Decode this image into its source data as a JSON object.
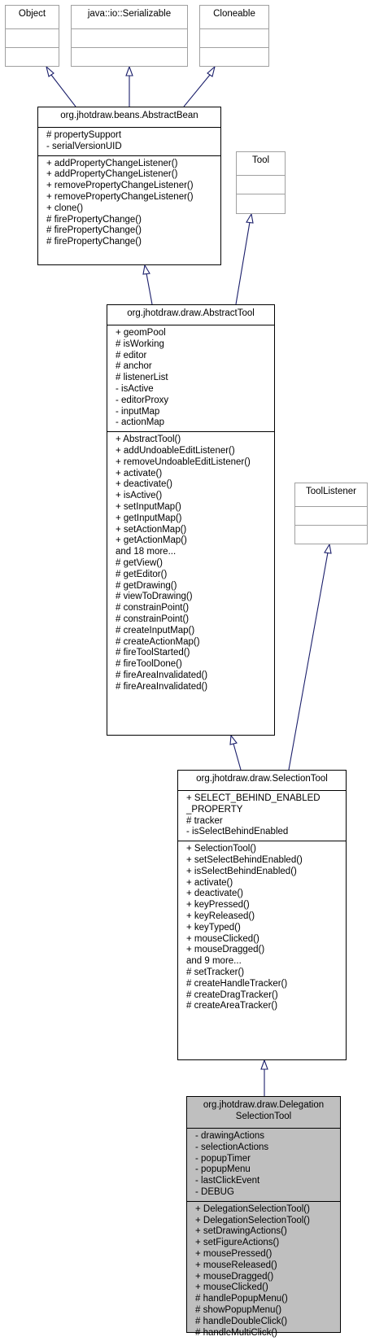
{
  "classes": {
    "object": {
      "title": "Object",
      "attributes": [],
      "operations": []
    },
    "serializable": {
      "title": "java::io::Serializable",
      "attributes": [],
      "operations": []
    },
    "cloneable": {
      "title": "Cloneable",
      "attributes": [],
      "operations": []
    },
    "abstract_bean": {
      "title": "org.jhotdraw.beans.AbstractBean",
      "attributes": [
        "# propertySupport",
        "- serialVersionUID"
      ],
      "operations": [
        "+ addPropertyChangeListener()",
        "+ addPropertyChangeListener()",
        "+ removePropertyChangeListener()",
        "+ removePropertyChangeListener()",
        "+ clone()",
        "# firePropertyChange()",
        "# firePropertyChange()",
        "# firePropertyChange()"
      ]
    },
    "tool": {
      "title": "Tool",
      "attributes": [],
      "operations": []
    },
    "abstract_tool": {
      "title": "org.jhotdraw.draw.AbstractTool",
      "attributes": [
        "+ geomPool",
        "# isWorking",
        "# editor",
        "# anchor",
        "# listenerList",
        "- isActive",
        "- editorProxy",
        "- inputMap",
        "- actionMap"
      ],
      "operations": [
        "+ AbstractTool()",
        "+ addUndoableEditListener()",
        "+ removeUndoableEditListener()",
        "+ activate()",
        "+ deactivate()",
        "+ isActive()",
        "+ setInputMap()",
        "+ getInputMap()",
        "+ setActionMap()",
        "+ getActionMap()",
        "and 18 more...",
        "# getView()",
        "# getEditor()",
        "# getDrawing()",
        "# viewToDrawing()",
        "# constrainPoint()",
        "# constrainPoint()",
        "# createInputMap()",
        "# createActionMap()",
        "# fireToolStarted()",
        "# fireToolDone()",
        "# fireAreaInvalidated()",
        "# fireAreaInvalidated()"
      ]
    },
    "tool_listener": {
      "title": "ToolListener",
      "attributes": [],
      "operations": []
    },
    "selection_tool": {
      "title": "org.jhotdraw.draw.SelectionTool",
      "attributes": [
        "+ SELECT_BEHIND_ENABLED",
        "_PROPERTY",
        "# tracker",
        "- isSelectBehindEnabled"
      ],
      "operations": [
        "+ SelectionTool()",
        "+ setSelectBehindEnabled()",
        "+ isSelectBehindEnabled()",
        "+ activate()",
        "+ deactivate()",
        "+ keyPressed()",
        "+ keyReleased()",
        "+ keyTyped()",
        "+ mouseClicked()",
        "+ mouseDragged()",
        "and 9 more...",
        "# setTracker()",
        "# createHandleTracker()",
        "# createDragTracker()",
        "# createAreaTracker()"
      ]
    },
    "delegation_selection_tool": {
      "title_lines": [
        "org.jhotdraw.draw.Delegation",
        "SelectionTool"
      ],
      "attributes": [
        "- drawingActions",
        "- selectionActions",
        "- popupTimer",
        "- popupMenu",
        "- lastClickEvent",
        "- DEBUG"
      ],
      "operations": [
        "+ DelegationSelectionTool()",
        "+ DelegationSelectionTool()",
        "+ setDrawingActions()",
        "+ setFigureActions()",
        "+ mousePressed()",
        "+ mouseReleased()",
        "+ mouseDragged()",
        "+ mouseClicked()",
        "# handlePopupMenu()",
        "# showPopupMenu()",
        "# handleDoubleClick()",
        "# handleMultiClick()"
      ]
    }
  }
}
